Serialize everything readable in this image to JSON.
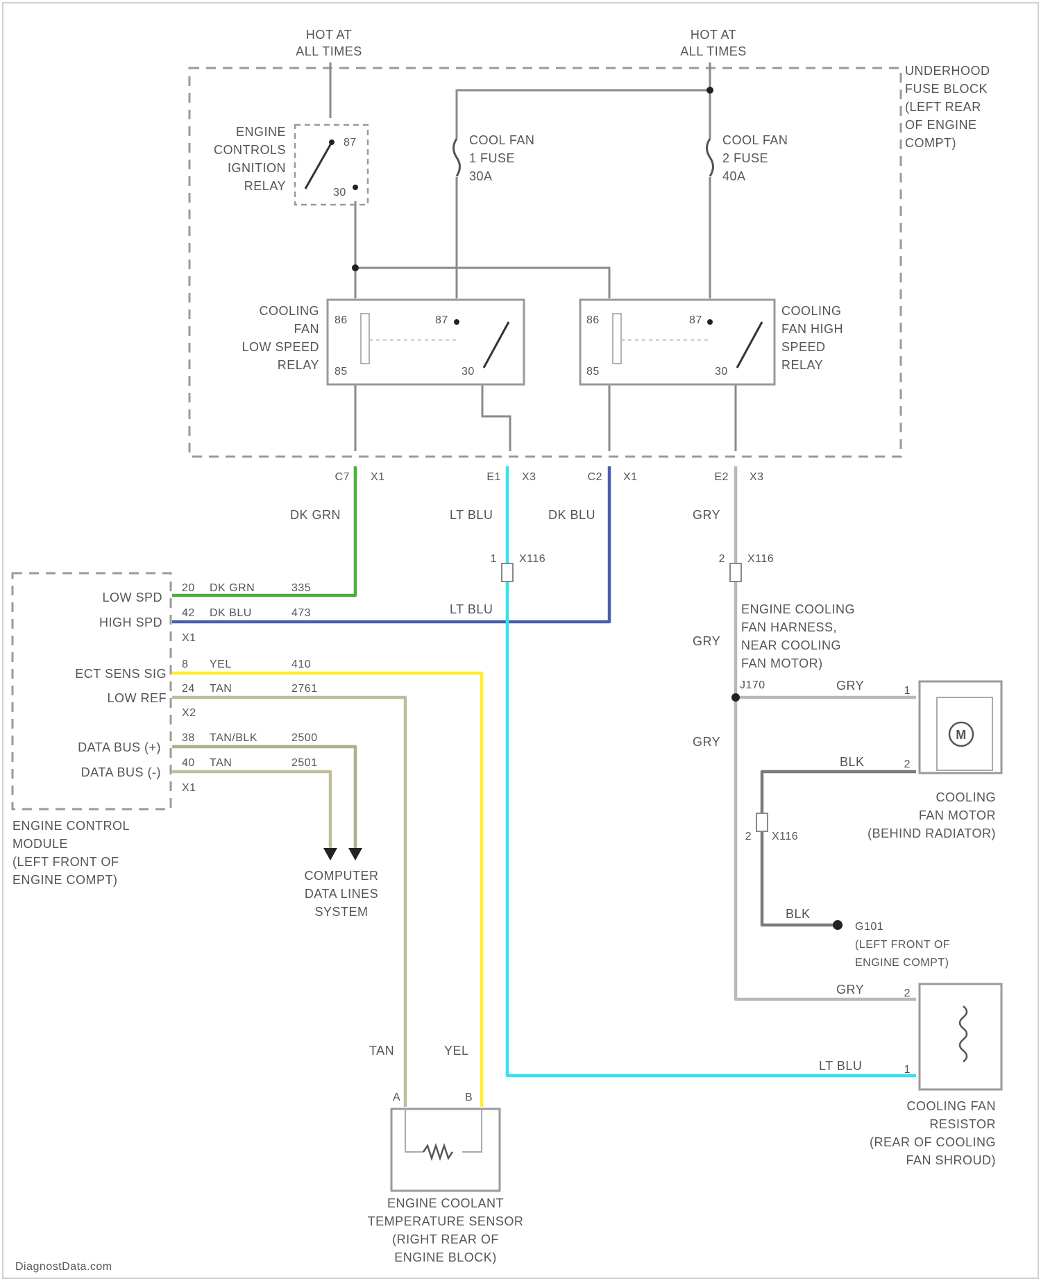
{
  "hot_left": [
    "HOT AT",
    "ALL TIMES"
  ],
  "hot_right": [
    "HOT AT",
    "ALL TIMES"
  ],
  "fuse_block": [
    "UNDERHOOD",
    "FUSE BLOCK",
    "(LEFT REAR",
    "OF ENGINE",
    "COMPT)"
  ],
  "ignition_relay": {
    "name": [
      "ENGINE",
      "CONTROLS",
      "IGNITION",
      "RELAY"
    ],
    "pin87": "87",
    "pin30": "30"
  },
  "fuse1": [
    "COOL FAN",
    "1 FUSE",
    "30A"
  ],
  "fuse2": [
    "COOL FAN",
    "2 FUSE",
    "40A"
  ],
  "low_relay": {
    "name": [
      "COOLING",
      "FAN",
      "LOW SPEED",
      "RELAY"
    ],
    "pin86": "86",
    "pin85": "85",
    "pin87": "87",
    "pin30": "30"
  },
  "high_relay": {
    "name": [
      "COOLING",
      "FAN HIGH",
      "SPEED",
      "RELAY"
    ],
    "pin86": "86",
    "pin85": "85",
    "pin87": "87",
    "pin30": "30"
  },
  "connectors": [
    {
      "pin": "C7",
      "conn": "X1"
    },
    {
      "pin": "E1",
      "conn": "X3"
    },
    {
      "pin": "C2",
      "conn": "X1"
    },
    {
      "pin": "E2",
      "conn": "X3"
    }
  ],
  "wire_colors": {
    "dk_grn": "DK GRN",
    "lt_blu": "LT BLU",
    "dk_blu": "DK BLU",
    "gry": "GRY",
    "blk": "BLK",
    "tan": "TAN",
    "yel": "YEL"
  },
  "x116": {
    "pin1": "1",
    "pin2": "2",
    "name": "X116"
  },
  "harness": [
    "ENGINE COOLING",
    "FAN HARNESS,",
    "NEAR COOLING",
    "FAN MOTOR)"
  ],
  "j170": "J170",
  "ecm": {
    "rows": [
      {
        "label": "LOW SPD",
        "pin": "20",
        "color": "DK GRN",
        "circuit": "335"
      },
      {
        "label": "HIGH SPD",
        "pin": "42",
        "color": "DK BLU",
        "circuit": "473"
      },
      {
        "label": "ECT SENS SIG",
        "pin": "8",
        "color": "YEL",
        "circuit": "410"
      },
      {
        "label": "LOW REF",
        "pin": "24",
        "color": "TAN",
        "circuit": "2761"
      },
      {
        "label": "DATA BUS (+)",
        "pin": "38",
        "color": "TAN/BLK",
        "circuit": "2500"
      },
      {
        "label": "DATA BUS (-)",
        "pin": "40",
        "color": "TAN",
        "circuit": "2501"
      }
    ],
    "conn_x1": "X1",
    "conn_x2": "X2",
    "name": [
      "ENGINE CONTROL",
      "MODULE",
      "(LEFT FRONT OF",
      "ENGINE COMPT)"
    ]
  },
  "computer_data": [
    "COMPUTER",
    "DATA LINES",
    "SYSTEM"
  ],
  "motor": {
    "symbol": "M",
    "name": [
      "COOLING",
      "FAN MOTOR",
      "(BEHIND RADIATOR)"
    ],
    "pin1": "1",
    "pin2": "2"
  },
  "ground": {
    "name": [
      "G101",
      "(LEFT FRONT OF",
      "ENGINE COMPT)"
    ]
  },
  "resistor": {
    "name": [
      "COOLING FAN",
      "RESISTOR",
      "(REAR OF COOLING",
      "FAN SHROUD)"
    ],
    "pin1": "1",
    "pin2": "2"
  },
  "sensor": {
    "name": [
      "ENGINE COOLANT",
      "TEMPERATURE SENSOR",
      "(RIGHT REAR OF",
      "ENGINE BLOCK)"
    ],
    "pinA": "A",
    "pinB": "B"
  },
  "watermark": "DiagnostData.com",
  "colors": {
    "dk_grn": "#4caf3c",
    "dk_blu": "#4a5fb0",
    "lt_blu": "#35e3ee",
    "yel": "#ffee2a",
    "tan": "#c0bd9a",
    "tanblk": "#aeb089",
    "gry": "#b8b8b8",
    "blk": "#7a7a7a"
  }
}
